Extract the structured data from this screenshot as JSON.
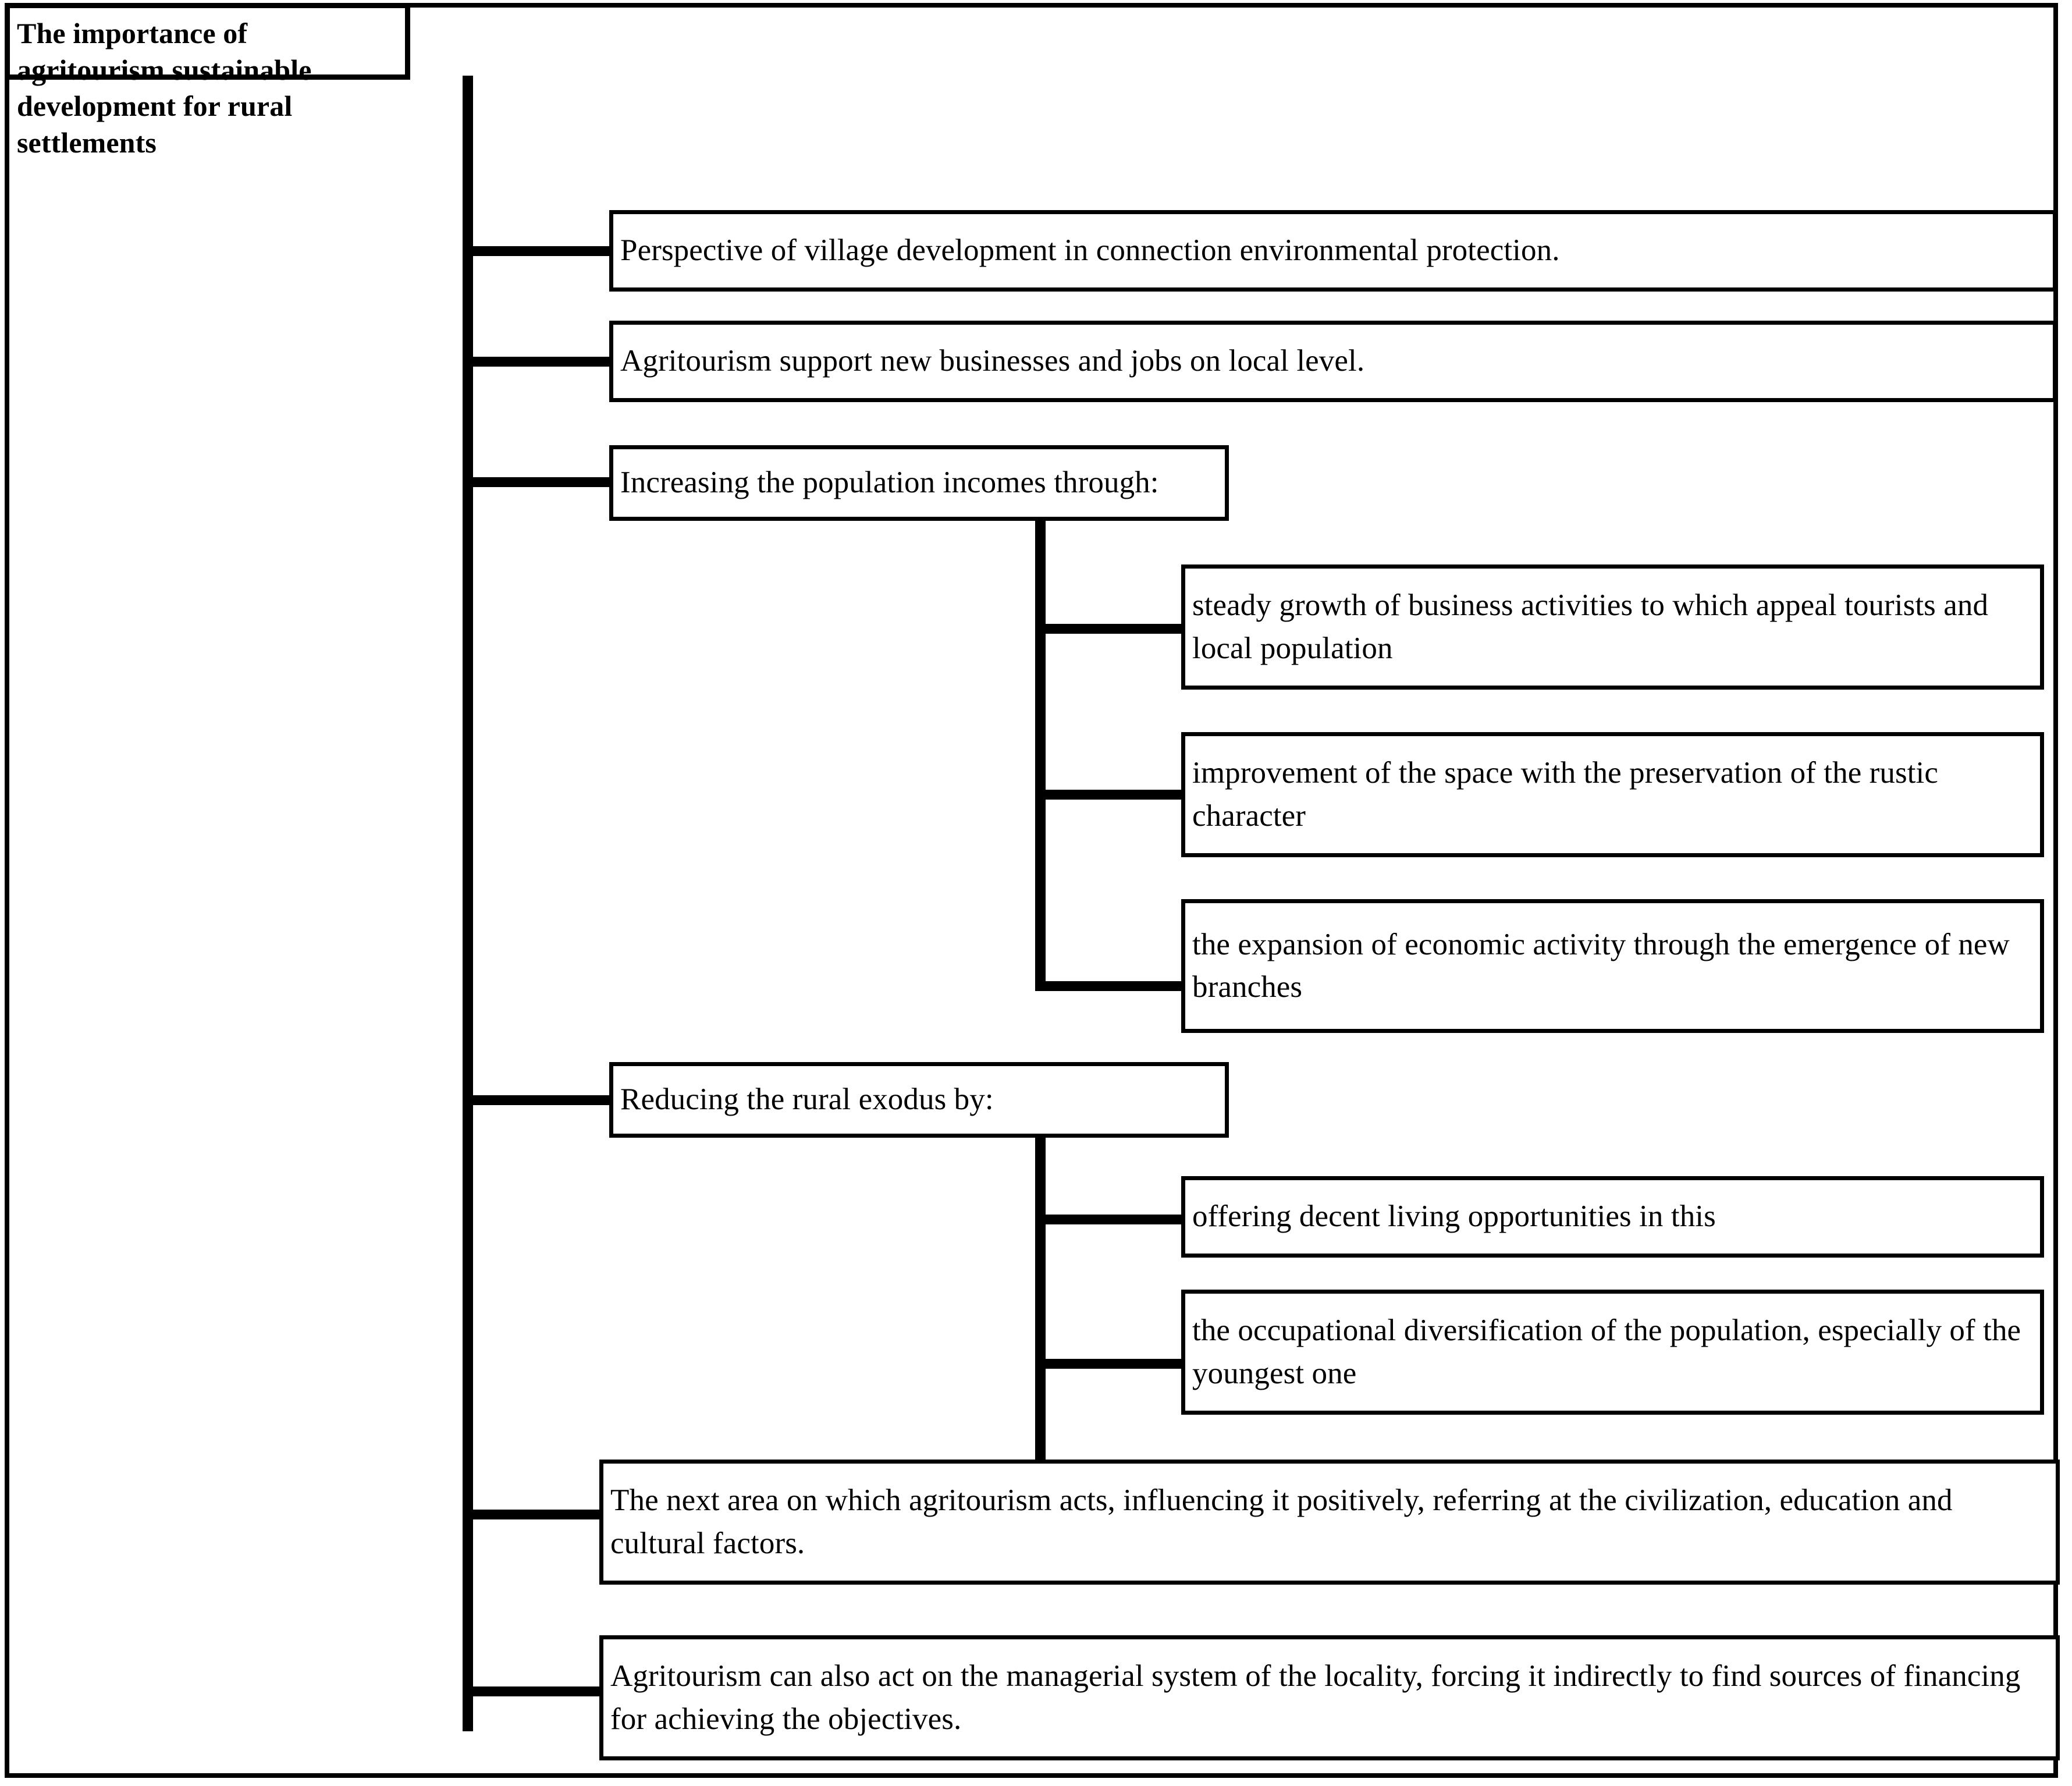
{
  "diagram": {
    "type": "hierarchy-tree",
    "title": "The importance of agritourism sustainable development for rural settlements",
    "nodes": [
      {
        "id": "n1",
        "label": "Perspective of village development in connection environmental protection.",
        "children": []
      },
      {
        "id": "n2",
        "label": "Agritourism support new businesses and jobs on local level.",
        "children": []
      },
      {
        "id": "n3",
        "label": "Increasing the population incomes through:",
        "children": [
          {
            "id": "n3a",
            "label": "steady growth of business activities to which appeal tourists and local population"
          },
          {
            "id": "n3b",
            "label": "improvement of the space with the preservation of the rustic character"
          },
          {
            "id": "n3c",
            "label": "the expansion of economic activity through the emergence of new branches"
          }
        ]
      },
      {
        "id": "n4",
        "label": "Reducing the rural exodus by:",
        "children": [
          {
            "id": "n4a",
            "label": "offering decent living opportunities in this"
          },
          {
            "id": "n4b",
            "label": "the occupational diversification of the population, especially of the youngest one"
          }
        ]
      },
      {
        "id": "n5",
        "label": "The next area on which agritourism acts, influencing it positively, referring at the civilization, education and cultural factors.",
        "children": []
      },
      {
        "id": "n6",
        "label": "Agritourism can also act on the managerial system of the locality, forcing it indirectly to find sources of financing for achieving the objectives.",
        "children": []
      }
    ],
    "colors": {
      "line": "#000000",
      "box_border": "#000000",
      "background": "#ffffff",
      "text": "#000000"
    }
  }
}
